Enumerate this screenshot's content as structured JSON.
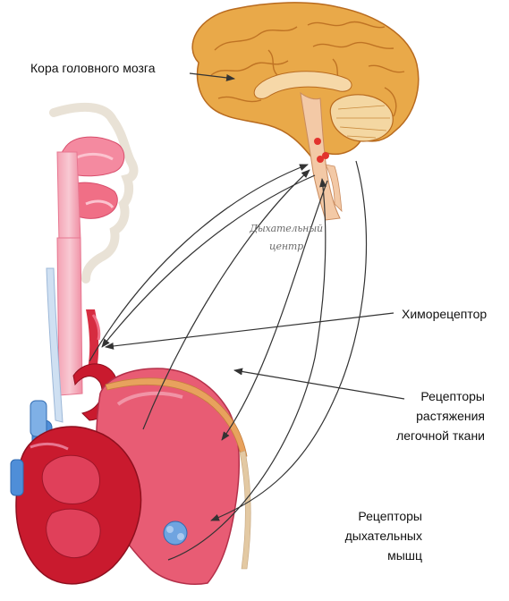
{
  "labels": {
    "cortex": "Кора головного мозга",
    "respiratory_center_line1": "Дыхательный",
    "respiratory_center_line2": "центр",
    "chemoreceptor": "Химорецептор",
    "stretch_line1": "Рецепторы",
    "stretch_line2": "растяжения",
    "stretch_line3": "легочной ткани",
    "muscle_line1": "Рецепторы",
    "muscle_line2": "дыхательных",
    "muscle_line3": "мышц"
  },
  "colors": {
    "brain": "#e9a949",
    "brain_dark": "#b86a1e",
    "stem": "#f3c9a6",
    "throat": "#f06f86",
    "lung": "#e85c74",
    "heart": "#c91a2e",
    "vessel_blue": "#4f8ed8",
    "arrow": "#333333"
  }
}
